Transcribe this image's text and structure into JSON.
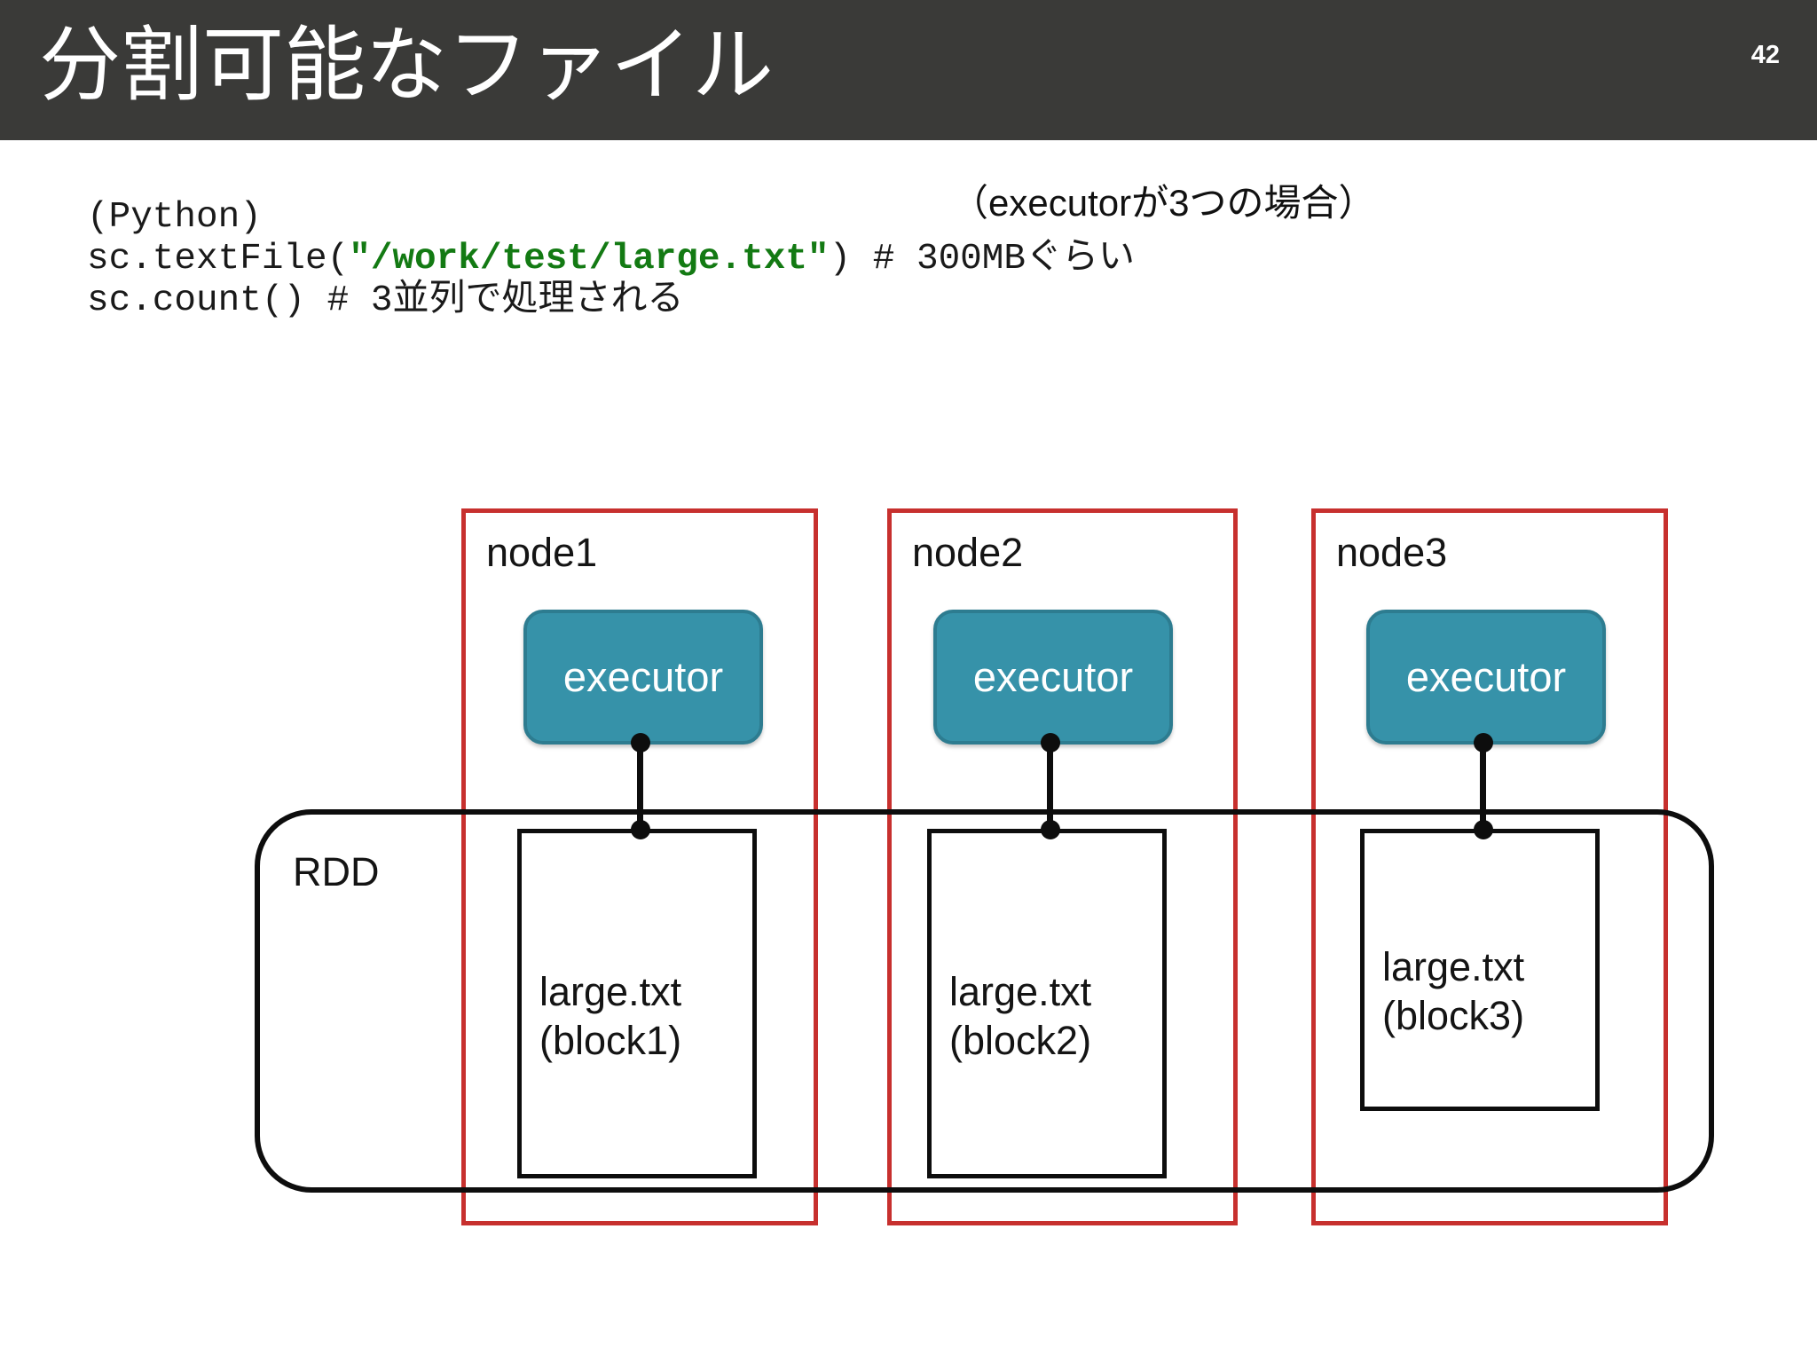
{
  "header": {
    "title": "分割可能なファイル",
    "page_number": "42",
    "background_color": "#3a3a38",
    "text_color": "#ffffff"
  },
  "code": {
    "language_note": "(Python)",
    "lines": [
      {
        "parts": [
          {
            "text": "(Python)",
            "style": "plain"
          }
        ]
      },
      {
        "parts": [
          {
            "text": "sc.textFile(",
            "style": "plain"
          },
          {
            "text": "\"/work/test/large.txt\"",
            "style": "string"
          },
          {
            "text": ") # 300MBぐらい",
            "style": "plain"
          }
        ]
      },
      {
        "parts": [
          {
            "text": "sc.count() # 3並列で処理される",
            "style": "plain"
          }
        ]
      }
    ],
    "string_color": "#137a13",
    "plain_color": "#1a1a1a"
  },
  "annotation": {
    "executor_count_note": "（executorが3つの場合）"
  },
  "diagram": {
    "node_border_color": "#c7302e",
    "executor_fill_color": "#3692a9",
    "executor_border_color": "#2d7c90",
    "block_border_color": "#0d0d0d",
    "rdd_label": "RDD",
    "nodes": [
      {
        "label": "node1",
        "executor_label": "executor",
        "block_line1": "large.txt",
        "block_line2": "(block1)"
      },
      {
        "label": "node2",
        "executor_label": "executor",
        "block_line1": "large.txt",
        "block_line2": "(block2)"
      },
      {
        "label": "node3",
        "executor_label": "executor",
        "block_line1": "large.txt",
        "block_line2": "(block3)"
      }
    ]
  }
}
